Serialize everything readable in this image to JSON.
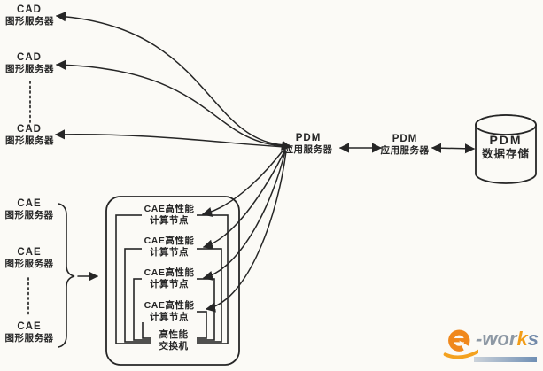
{
  "colors": {
    "ink": "#262626",
    "background": "#fbfaf6",
    "logo_orange": "#f0881c",
    "logo_gray": "#8d98a4",
    "logo_blue": "#7189a9"
  },
  "cad_servers": [
    {
      "line1": "CAD",
      "line2": "图形服务器"
    },
    {
      "line1": "CAD",
      "line2": "图形服务器"
    },
    {
      "line1": "CAD",
      "line2": "图形服务器"
    }
  ],
  "cae_servers": [
    {
      "line1": "CAE",
      "line2": "图形服务器"
    },
    {
      "line1": "CAE",
      "line2": "图形服务器"
    },
    {
      "line1": "CAE",
      "line2": "图形服务器"
    }
  ],
  "pdm_app_server_left": {
    "line1": "PDM",
    "line2": "应用服务器"
  },
  "pdm_app_server_right": {
    "line1": "PDM",
    "line2": "应用服务器"
  },
  "pdm_data_storage": {
    "line1": "PDM",
    "line2": "数据存储"
  },
  "compute_nodes": [
    {
      "line1": "CAE高性能",
      "line2": "计算节点"
    },
    {
      "line1": "CAE高性能",
      "line2": "计算节点"
    },
    {
      "line1": "CAE高性能",
      "line2": "计算节点"
    },
    {
      "line1": "CAE高性能",
      "line2": "计算节点"
    }
  ],
  "hpc_switch": {
    "line1": "高性能",
    "line2": "交换机"
  },
  "logo": {
    "e": "e",
    "wor": "-wor",
    "k": "k",
    "s": "s"
  }
}
